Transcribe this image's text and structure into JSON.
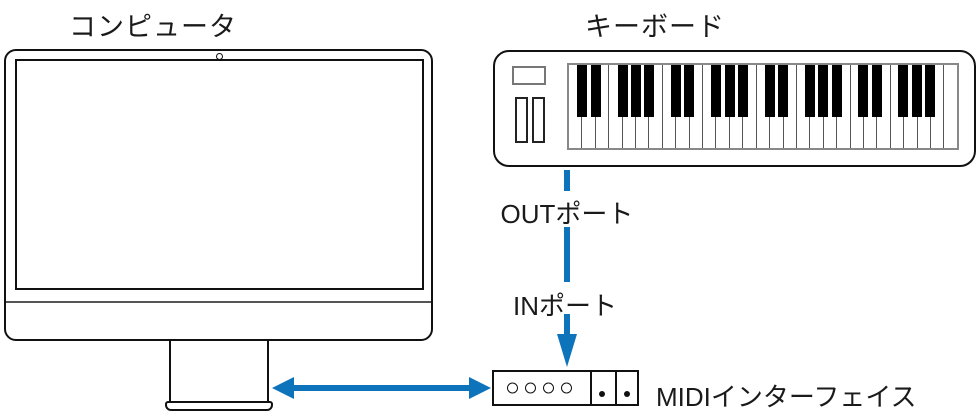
{
  "diagram": {
    "computer": {
      "label": "コンピュータ"
    },
    "keyboard": {
      "label": "キーボード",
      "white_key_count": 29,
      "octaves": 4,
      "black_key_pattern": [
        0,
        1,
        3,
        4,
        5
      ]
    },
    "midi_interface": {
      "label": "MIDIインターフェイス",
      "port_circle_count": 4,
      "dot_count": 2
    },
    "connections": {
      "out_port_label": "OUTポート",
      "in_port_label": "INポート",
      "arrow_color": "#0d74bc"
    }
  }
}
